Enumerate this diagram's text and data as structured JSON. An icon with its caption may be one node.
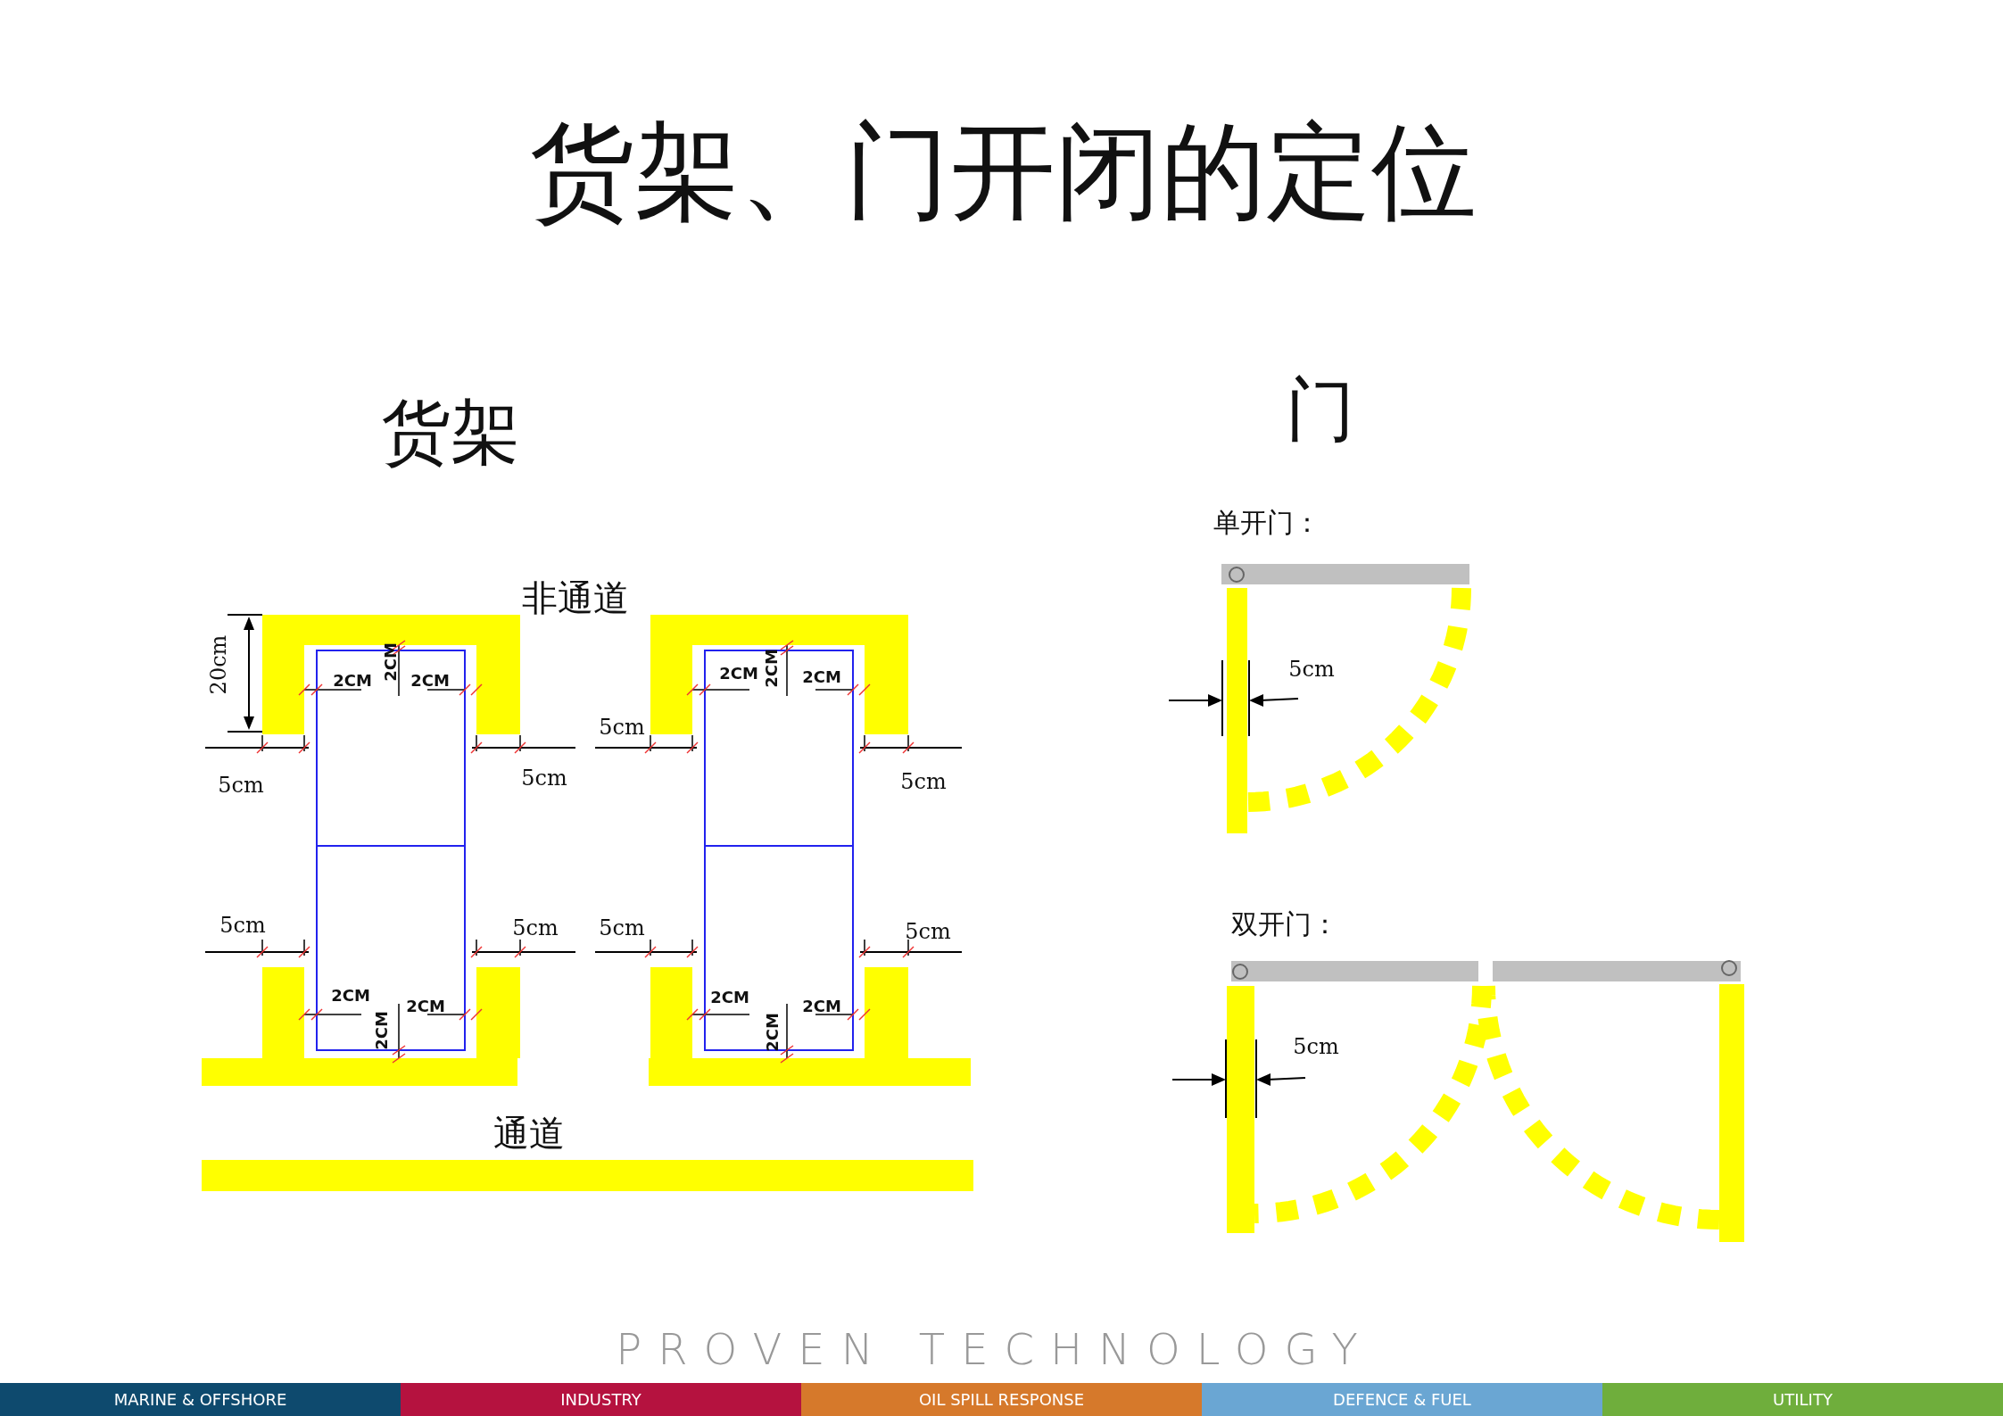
{
  "diagram": {
    "title": "货架、门开闭的定位",
    "labels": [
      "货架",
      "门",
      "单开门：",
      "非通道",
      "20cm",
      "2CM",
      "2CM",
      "2CM",
      "2CM",
      "2CM",
      "2CM",
      "5cm",
      "5cm",
      "5cm",
      "5cm",
      "5cm",
      "5cm",
      "5cm",
      "5cm",
      "5cm",
      "双开门：",
      "2CM",
      "2CM",
      "2CM",
      "2CM",
      "2CM",
      "2CM",
      "5cm",
      "通道",
      "PROVEN TECHNOLOGY",
      "MARINE & OFFSHORE",
      "INDUSTRY",
      "OIL SPILL RESPONSE",
      "DEFENCE & FUEL",
      "UTILITY"
    ]
  }
}
